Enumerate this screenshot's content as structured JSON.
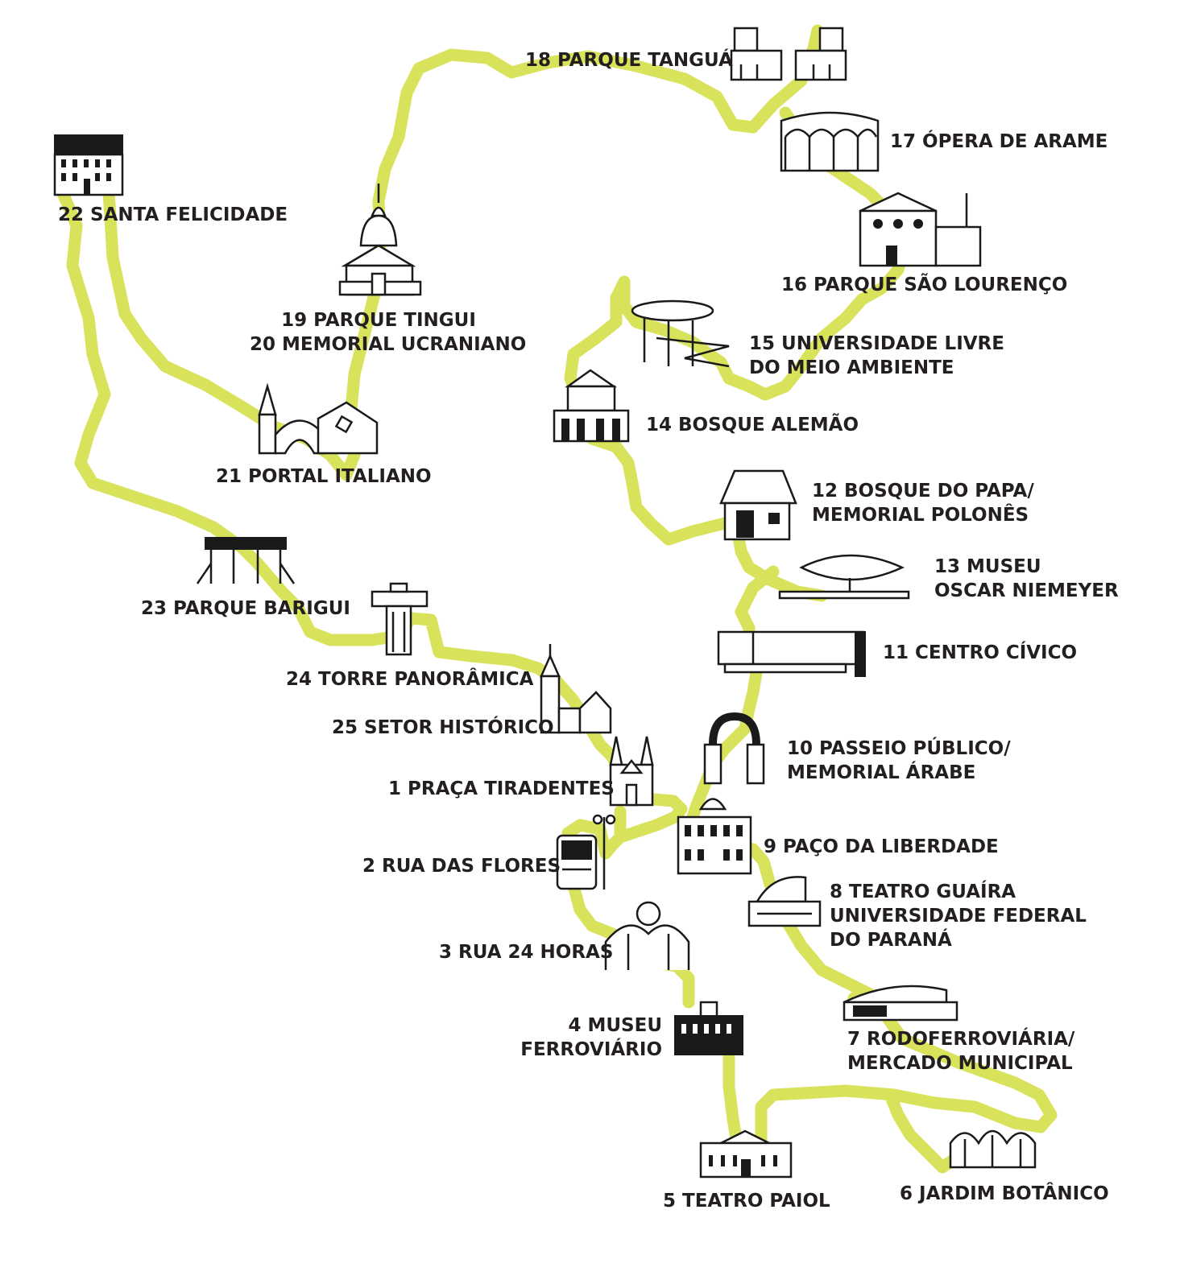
{
  "route_color": "#d8e25a",
  "ink_color": "#231f20",
  "stops": [
    {
      "id": "1",
      "lines": [
        "1 PRAÇA TIRADENTES"
      ],
      "icon": "church-twin-spires-icon"
    },
    {
      "id": "2",
      "lines": [
        "2 RUA DAS FLORES"
      ],
      "icon": "tram-and-lamp-icon"
    },
    {
      "id": "3",
      "lines": [
        "3 RUA 24 HORAS"
      ],
      "icon": "arched-gallery-icon"
    },
    {
      "id": "4",
      "lines": [
        "4 MUSEU",
        "FERROVIÁRIO"
      ],
      "icon": "railway-station-icon"
    },
    {
      "id": "5",
      "lines": [
        "5 TEATRO PAIOL"
      ],
      "icon": "theatre-building-icon"
    },
    {
      "id": "6",
      "lines": [
        "6 JARDIM BOTÂNICO"
      ],
      "icon": "greenhouse-icon"
    },
    {
      "id": "7",
      "lines": [
        "7 RODOFERROVIÁRIA/",
        "MERCADO MUNICIPAL"
      ],
      "icon": "bus-terminal-icon"
    },
    {
      "id": "8",
      "lines": [
        "8 TEATRO GUAÍRA",
        "UNIVERSIDADE FEDERAL",
        "DO PARANÁ"
      ],
      "icon": "theatre-guaira-icon"
    },
    {
      "id": "9",
      "lines": [
        "9 PAÇO DA LIBERDADE"
      ],
      "icon": "palace-icon"
    },
    {
      "id": "10",
      "lines": [
        "10 PASSEIO PÚBLICO/",
        "MEMORIAL ÁRABE"
      ],
      "icon": "park-gate-icon"
    },
    {
      "id": "11",
      "lines": [
        "11 CENTRO CÍVICO"
      ],
      "icon": "civic-center-icon"
    },
    {
      "id": "12",
      "lines": [
        "12 BOSQUE DO PAPA/",
        "MEMORIAL POLONÊS"
      ],
      "icon": "wooden-house-icon"
    },
    {
      "id": "13",
      "lines": [
        "13 MUSEU",
        "OSCAR NIEMEYER"
      ],
      "icon": "eye-museum-icon"
    },
    {
      "id": "14",
      "lines": [
        "14 BOSQUE ALEMÃO"
      ],
      "icon": "german-house-icon"
    },
    {
      "id": "15",
      "lines": [
        "15 UNIVERSIDADE LIVRE",
        "DO MEIO AMBIENTE"
      ],
      "icon": "spiral-tower-icon"
    },
    {
      "id": "16",
      "lines": [
        "16 PARQUE SÃO LOURENÇO"
      ],
      "icon": "factory-icon"
    },
    {
      "id": "17",
      "lines": [
        "17 ÓPERA DE ARAME"
      ],
      "icon": "opera-arches-icon"
    },
    {
      "id": "18",
      "lines": [
        "18 PARQUE TANGUÁ"
      ],
      "icon": "twin-towers-icon"
    },
    {
      "id": "19-20",
      "lines": [
        "19 PARQUE TINGUI",
        "20 MEMORIAL UCRANIANO"
      ],
      "icon": "ukrainian-church-icon"
    },
    {
      "id": "21",
      "lines": [
        "21 PORTAL ITALIANO"
      ],
      "icon": "italian-portal-icon"
    },
    {
      "id": "22",
      "lines": [
        "22 SANTA FELICIDADE"
      ],
      "icon": "townhouse-icon"
    },
    {
      "id": "23",
      "lines": [
        "23 PARQUE BARIGUI"
      ],
      "icon": "pergola-icon"
    },
    {
      "id": "24",
      "lines": [
        "24 TORRE PANORÂMICA"
      ],
      "icon": "panoramic-tower-icon"
    },
    {
      "id": "25",
      "lines": [
        "25 SETOR HISTÓRICO"
      ],
      "icon": "historic-church-icon"
    }
  ]
}
